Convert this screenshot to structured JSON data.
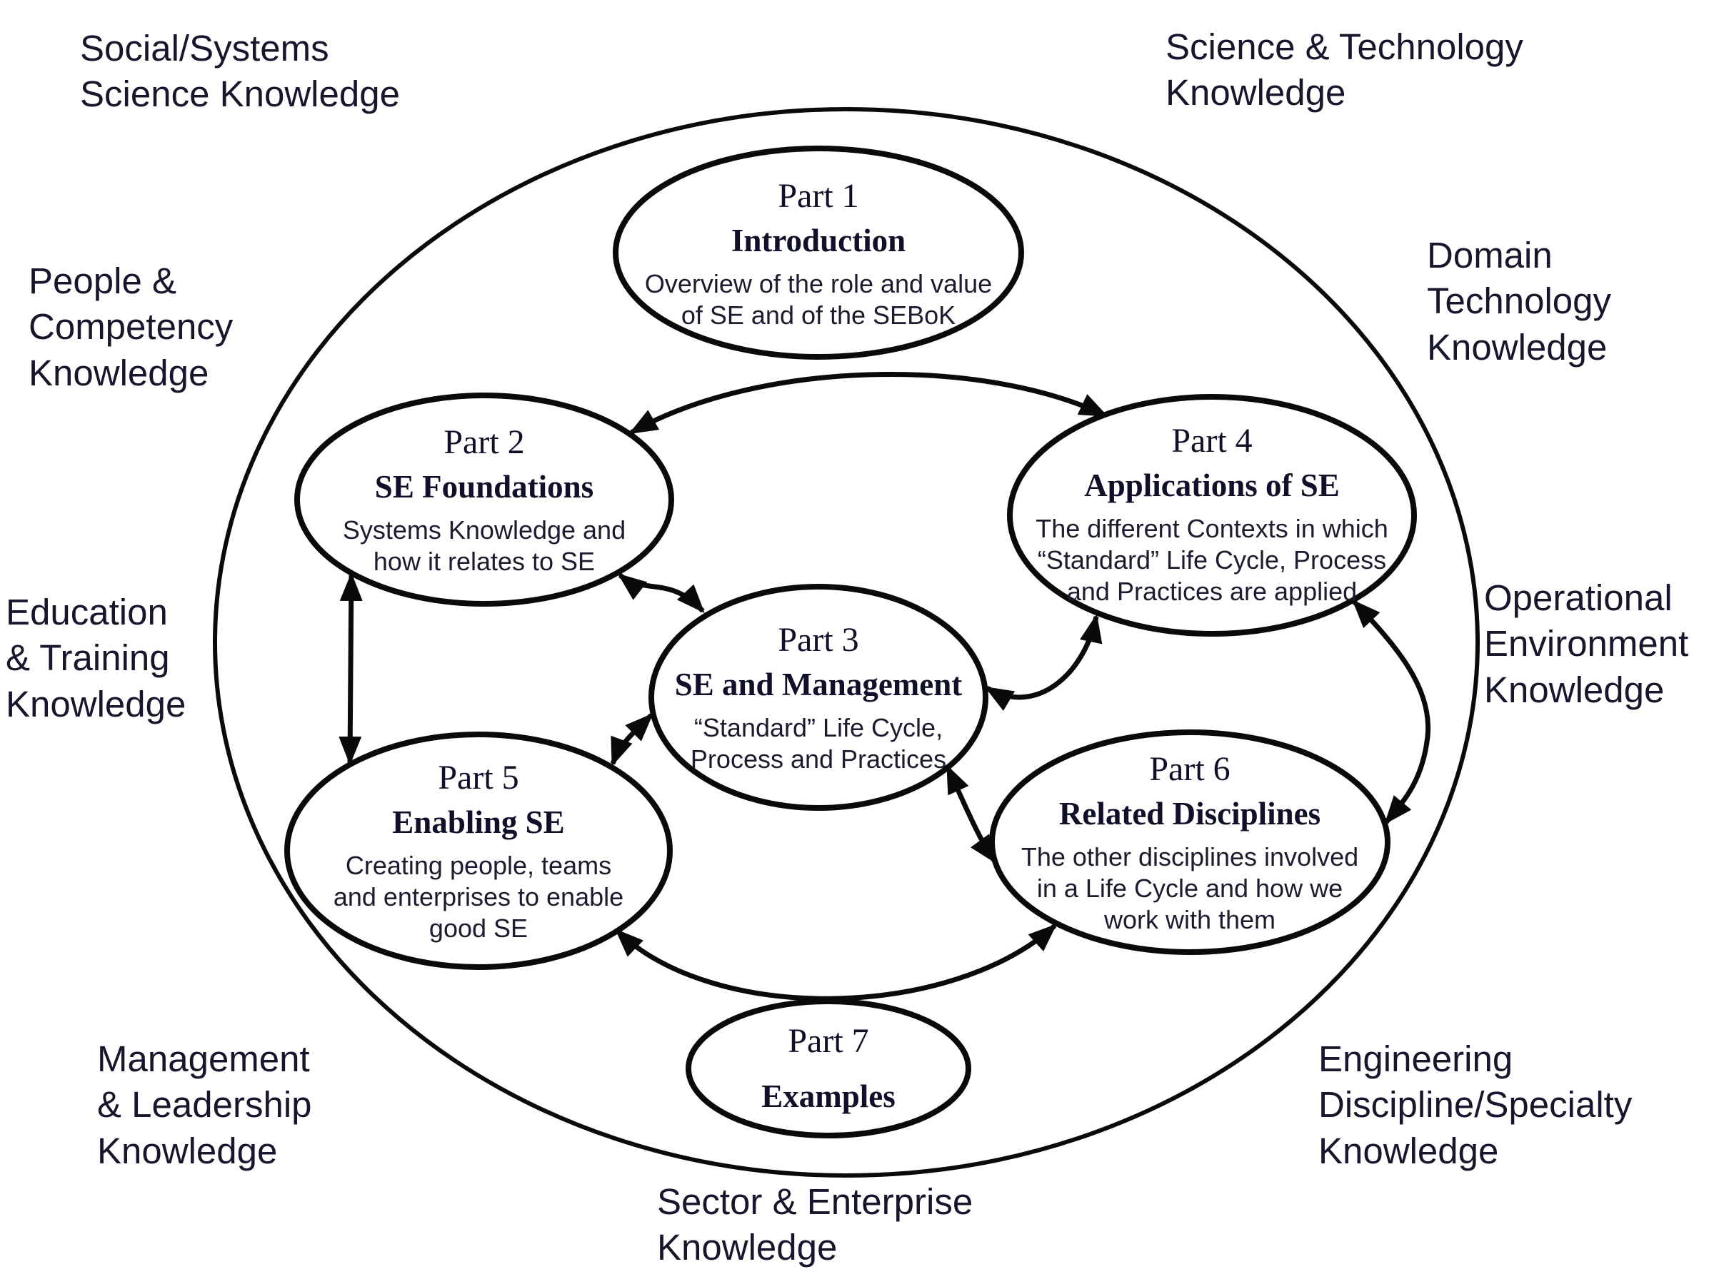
{
  "colors": {
    "ink": "#0a0a0a",
    "text": "#14142a",
    "background": "#ffffff"
  },
  "outer_labels": {
    "social_systems": {
      "text": "Social/Systems\nScience Knowledge"
    },
    "science_technology": {
      "text": "Science & Technology\nKnowledge"
    },
    "people_competency": {
      "text": "People &\nCompetency\nKnowledge"
    },
    "domain_technology": {
      "text": "Domain\nTechnology\nKnowledge"
    },
    "education_training": {
      "text": "Education\n& Training\nKnowledge"
    },
    "operational_environment": {
      "text": "Operational\nEnvironment\nKnowledge"
    },
    "management_leadership": {
      "text": "Management\n& Leadership\nKnowledge"
    },
    "engineering_discipline": {
      "text": "Engineering\nDiscipline/Specialty\nKnowledge"
    },
    "sector_enterprise": {
      "text": "Sector & Enterprise\nKnowledge"
    }
  },
  "parts": [
    {
      "part": "Part 1",
      "title": "Introduction",
      "description": "Overview of the role and value\nof SE and of the SEBoK"
    },
    {
      "part": "Part 2",
      "title": "SE Foundations",
      "description": "Systems Knowledge and\nhow it relates to SE"
    },
    {
      "part": "Part 3",
      "title": "SE and Management",
      "description": "“Standard” Life Cycle,\nProcess and Practices"
    },
    {
      "part": "Part 4",
      "title": "Applications of SE",
      "description": "The different Contexts in which\n“Standard” Life Cycle, Process\nand Practices are applied"
    },
    {
      "part": "Part 5",
      "title": "Enabling SE",
      "description": "Creating people, teams\nand enterprises to enable\ngood SE"
    },
    {
      "part": "Part 6",
      "title": "Related Disciplines",
      "description": "The other disciplines involved\nin a Life Cycle and how we\nwork with them"
    },
    {
      "part": "Part 7",
      "title": "Examples",
      "description": ""
    }
  ],
  "connections": [
    {
      "from": "Part 2",
      "to": "Part 4",
      "bidirectional": true
    },
    {
      "from": "Part 2",
      "to": "Part 3",
      "bidirectional": true
    },
    {
      "from": "Part 2",
      "to": "Part 5",
      "bidirectional": true
    },
    {
      "from": "Part 3",
      "to": "Part 5",
      "bidirectional": true
    },
    {
      "from": "Part 3",
      "to": "Part 4",
      "bidirectional": true
    },
    {
      "from": "Part 3",
      "to": "Part 6",
      "bidirectional": true
    },
    {
      "from": "Part 4",
      "to": "Part 6",
      "bidirectional": true
    },
    {
      "from": "Part 5",
      "to": "Part 6",
      "bidirectional": true
    }
  ]
}
